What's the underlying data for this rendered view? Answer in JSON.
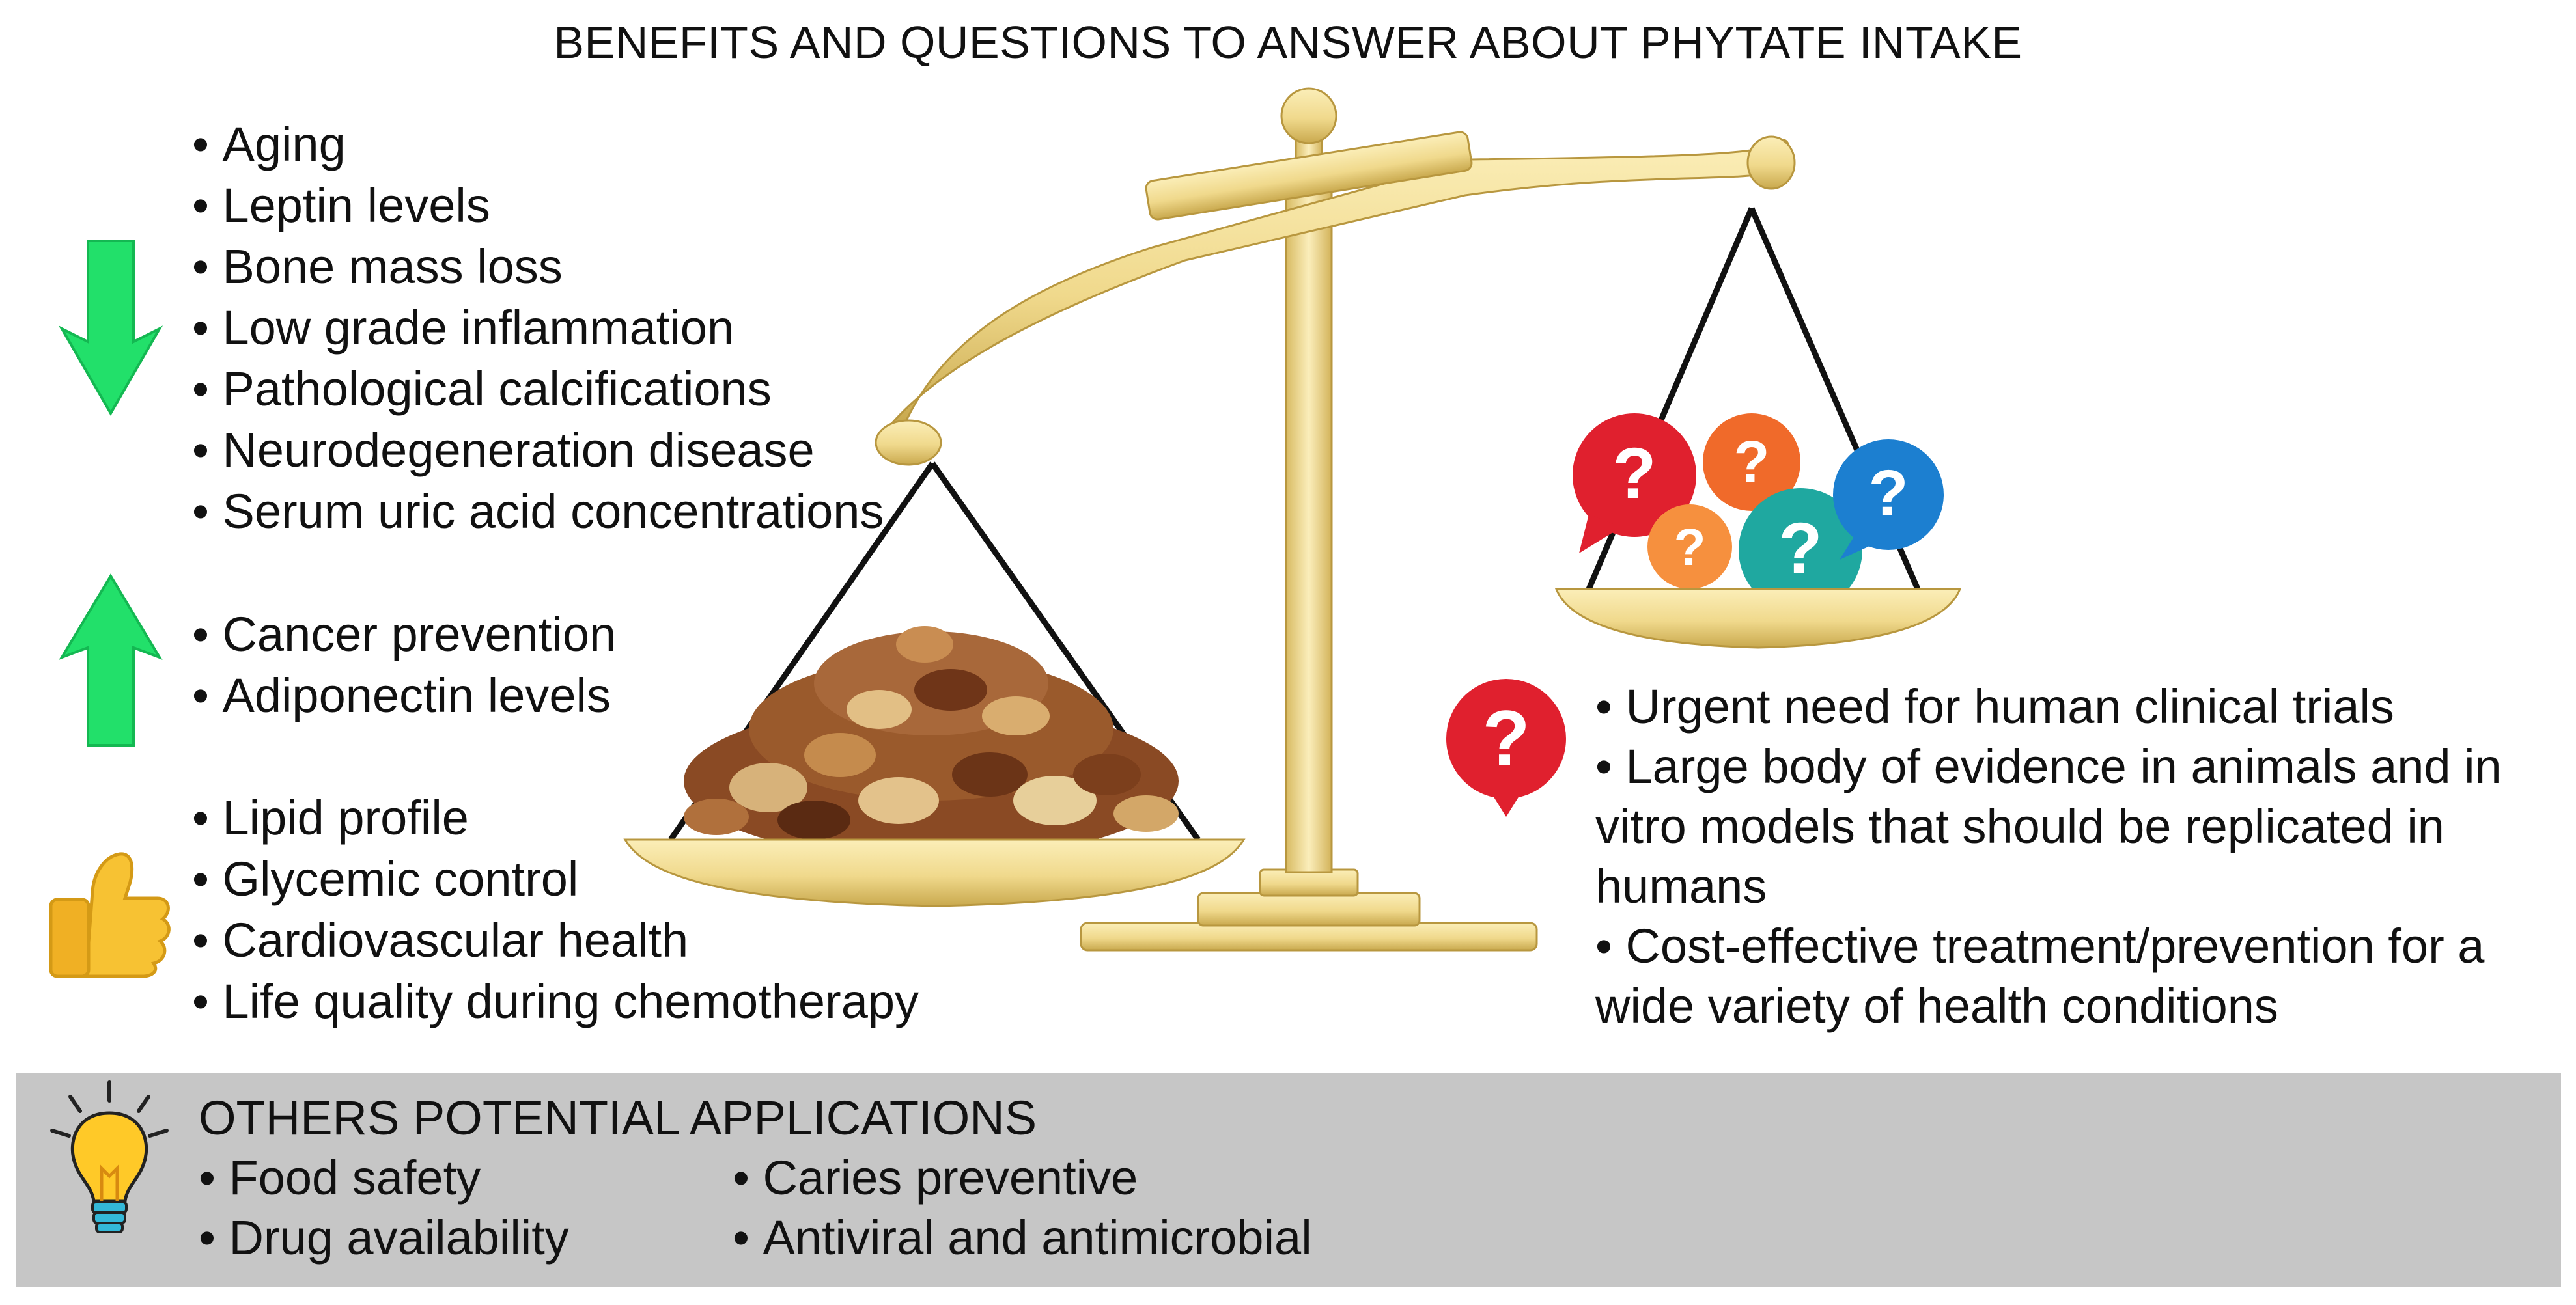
{
  "title": "BENEFITS AND QUESTIONS TO ANSWER ABOUT PHYTATE INTAKE",
  "decreases": [
    "Aging",
    "Leptin levels",
    "Bone mass loss",
    "Low grade inflammation",
    "Pathological calcifications",
    "Neurodegeneration disease",
    "Serum uric acid concentrations"
  ],
  "increases": [
    "Cancer prevention",
    "Adiponectin levels"
  ],
  "improvements": [
    "Lipid profile",
    "Glycemic control",
    "Cardiovascular health",
    "Life quality during chemotherapy"
  ],
  "questions": [
    "Urgent need for human clinical trials",
    "Large body of evidence in animals and in vitro models that should be replicated in humans",
    "Cost-effective treatment/prevention for a wide variety of health conditions"
  ],
  "others": {
    "heading": "OTHERS POTENTIAL APPLICATIONS",
    "col1": [
      "Food safety",
      "Drug availability"
    ],
    "col2": [
      "Caries preventive",
      "Antiviral and antimicrobial"
    ]
  },
  "question_mark": "?",
  "colors": {
    "arrow_green": "#22e06a",
    "brass": "#f0d98c",
    "brass_dark": "#c9a94e",
    "red_bubble": "#e0202e",
    "orange_bubble": "#f06a2a",
    "teal_bubble": "#1fa8a0",
    "blue_bubble": "#1c7fd0",
    "thumb": "#f7c233",
    "bulb": "#ffc928",
    "panel_gray": "#c6c6c6"
  },
  "icons": {
    "down": "down-arrow-icon",
    "up": "up-arrow-icon",
    "thumb": "thumbs-up-icon",
    "question": "question-bubble-icon",
    "bulb": "light-bulb-icon",
    "scale": "balance-scale-icon",
    "nuts": "mixed-nuts-image"
  }
}
